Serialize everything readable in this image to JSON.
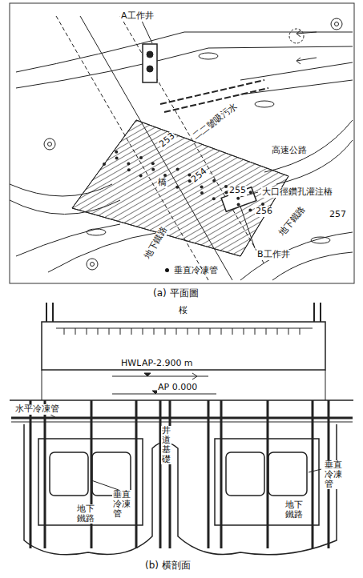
{
  "diagram": {
    "labels": [
      "A工作井",
      "253",
      "254",
      "255",
      "256",
      "257",
      "二二號吸污水",
      "高速公路",
      "橋",
      "大口徑鑽孔灌注樁",
      "地下鐵路",
      "地下鐵路",
      "B工作井",
      "(a) 平面圖",
      "桜",
      "HWL",
      "AP-2.900 m",
      "AP 0.000",
      "水平冷凍管",
      "井道基礎",
      "垂直冷凍管",
      "垂直冷凍管",
      "地下鐵路",
      "地下鐵路",
      "(b) 横剖面"
    ],
    "legend": [
      {
        "text": "垂直冷凍管"
      }
    ]
  }
}
